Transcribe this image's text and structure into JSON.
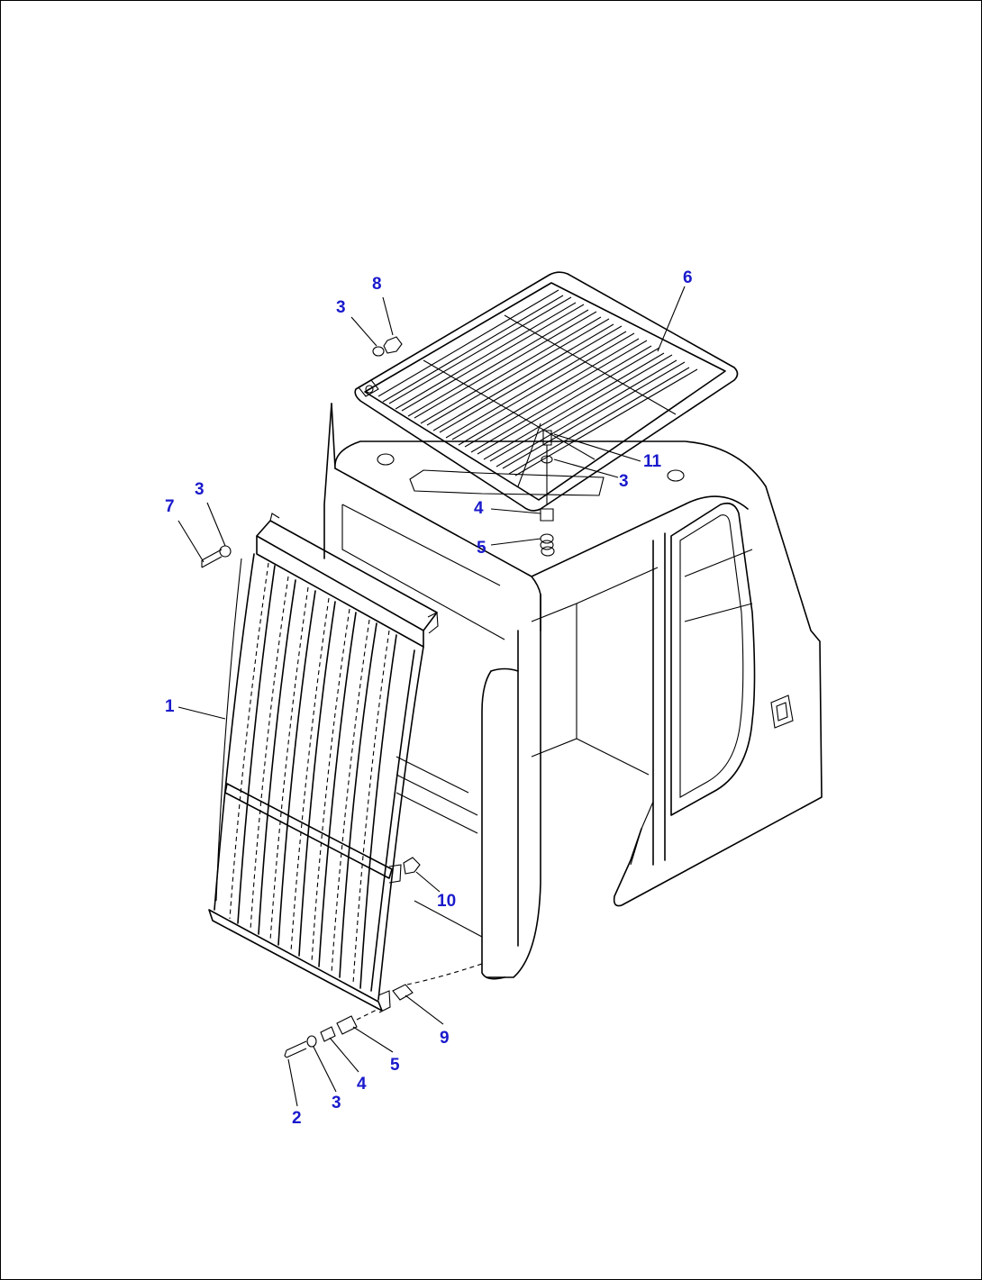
{
  "diagram": {
    "callouts": [
      {
        "id": "c1",
        "label": "1"
      },
      {
        "id": "c2",
        "label": "2"
      },
      {
        "id": "c3a",
        "label": "3"
      },
      {
        "id": "c3b",
        "label": "3"
      },
      {
        "id": "c3c",
        "label": "3"
      },
      {
        "id": "c3d",
        "label": "3"
      },
      {
        "id": "c4a",
        "label": "4"
      },
      {
        "id": "c4b",
        "label": "4"
      },
      {
        "id": "c5a",
        "label": "5"
      },
      {
        "id": "c5b",
        "label": "5"
      },
      {
        "id": "c6",
        "label": "6"
      },
      {
        "id": "c7",
        "label": "7"
      },
      {
        "id": "c8",
        "label": "8"
      },
      {
        "id": "c9",
        "label": "9"
      },
      {
        "id": "c10",
        "label": "10"
      },
      {
        "id": "c11",
        "label": "11"
      }
    ]
  }
}
